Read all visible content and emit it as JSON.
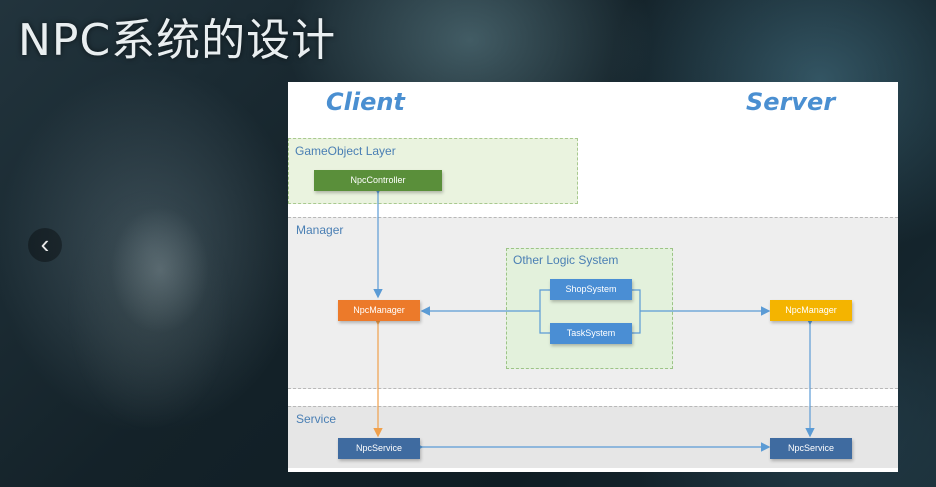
{
  "slide": {
    "title": "NPC系统的设计",
    "prev_glyph": "‹"
  },
  "diagram": {
    "client_header": "Client",
    "server_header": "Server",
    "zones": {
      "gameobject": "GameObject Layer",
      "manager": "Manager",
      "other_logic": "Other Logic System",
      "service": "Service"
    },
    "nodes": {
      "npc_controller": "NpcController",
      "client_manager": "NpcManager",
      "shop_system": "ShopSystem",
      "task_system": "TaskSystem",
      "server_manager": "NpcManager",
      "client_service": "NpcService",
      "server_service": "NpcService"
    }
  },
  "colors": {
    "header_blue": "#4a8fd1",
    "gameobject_zone": "#eaf3df",
    "manager_zone": "#eeeeee",
    "other_logic_zone": "#e3f1dc",
    "service_zone": "#e6e6e6",
    "controller_green": "#5a8f3a",
    "client_manager_orange": "#ec7a2a",
    "server_manager_yellow": "#f4b400",
    "system_blue": "#4a8ed4",
    "service_navy": "#3f6ba0",
    "arrow_blue": "#5b9bd5",
    "arrow_orange": "#f0a04b"
  }
}
